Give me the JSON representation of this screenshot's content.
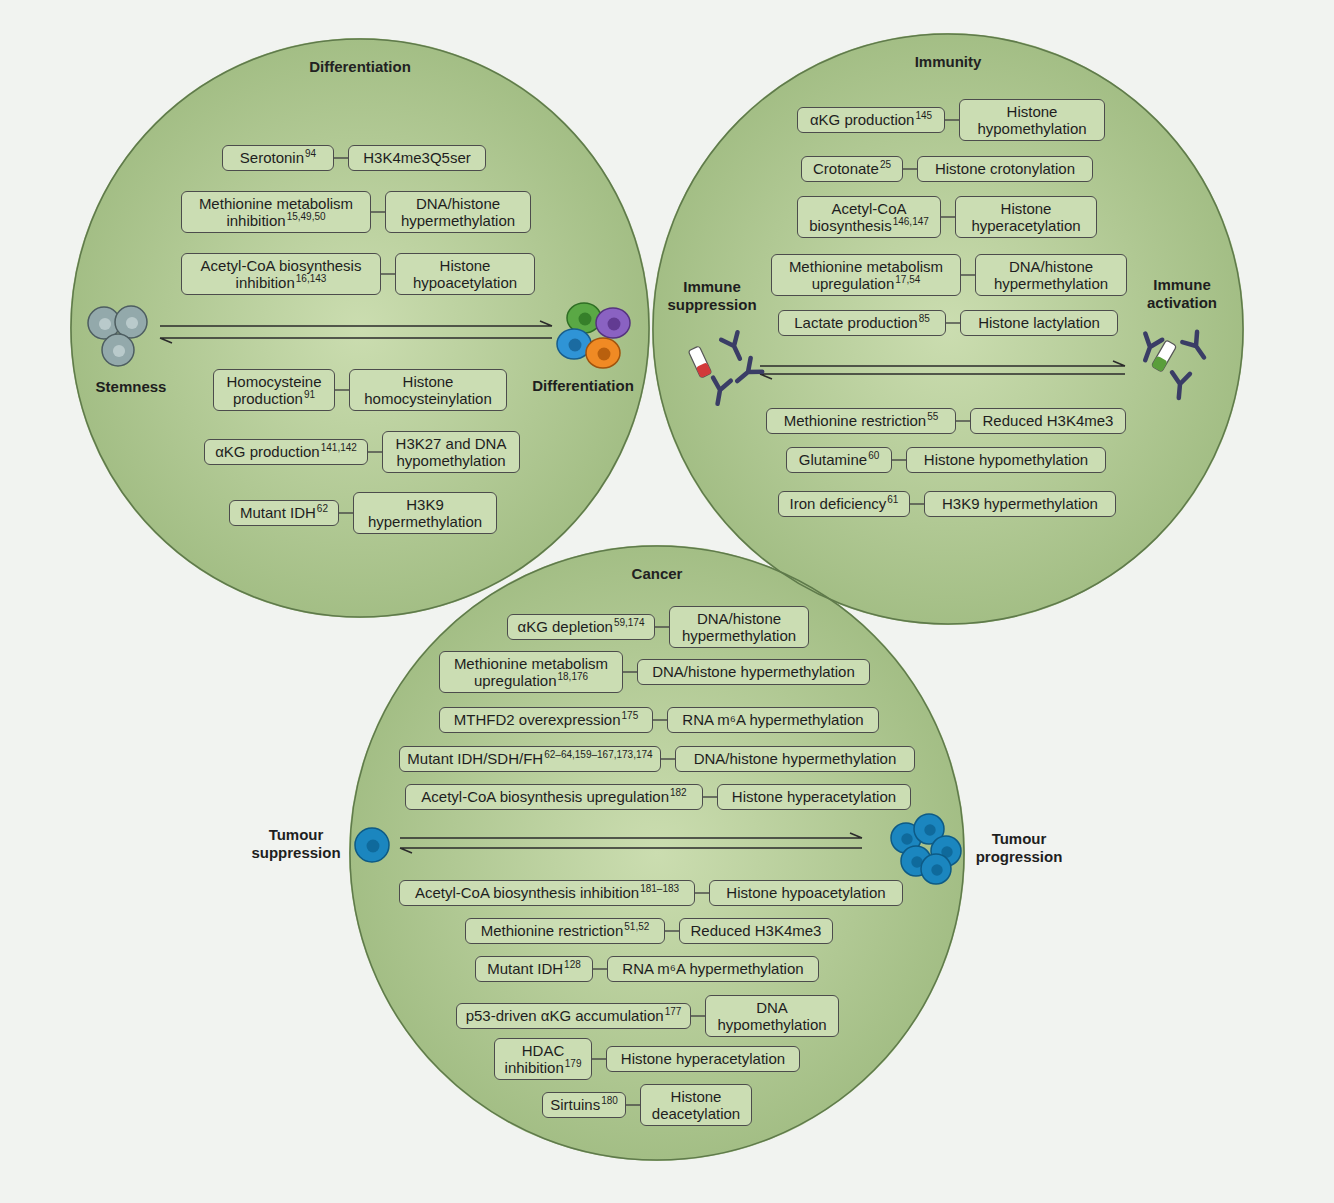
{
  "diagram": {
    "nodes": [
      {
        "text": [
          "Differentiation"
        ]
      },
      {
        "text": [
          "Serotonin",
          "94"
        ],
        "in": 0
      },
      {
        "text": [
          "H3K4me3Q5ser"
        ],
        "in": 0
      },
      {
        "text": [
          "Methionine metabolism inhibition",
          "15,49,50"
        ],
        "in": 0
      },
      {
        "text": [
          "DNA/histone hypermethylation"
        ],
        "in": 0
      },
      {
        "text": [
          "Acetyl-CoA biosynthesis inhibition",
          "16,143"
        ],
        "in": 0
      },
      {
        "text": [
          "Histone hypoacetylation"
        ],
        "in": 0
      },
      {
        "text": [
          "Homocysteine production",
          "91"
        ],
        "in": 0
      },
      {
        "text": [
          "Histone homocysteinylation"
        ],
        "in": 0
      },
      {
        "text": [
          "αKG production",
          "141,142"
        ],
        "in": 0
      },
      {
        "text": [
          "H3K27 and DNA hypomethylation"
        ],
        "in": 0
      },
      {
        "text": [
          "Mutant IDH",
          "62"
        ],
        "in": 0
      },
      {
        "text": [
          "H3K9 hypermethylation"
        ],
        "in": 0
      },
      {
        "text": [
          "Immunity"
        ]
      },
      {
        "text": [
          "αKG production",
          "145"
        ],
        "in": 13
      },
      {
        "text": [
          "Histone hypomethylation"
        ],
        "in": 13
      },
      {
        "text": [
          "Crotonate",
          "25"
        ],
        "in": 13
      },
      {
        "text": [
          "Histone crotonylation"
        ],
        "in": 13
      },
      {
        "text": [
          "Acetyl-CoA biosynthesis",
          "146,147"
        ],
        "in": 13
      },
      {
        "text": [
          "Histone hyperacetylation"
        ],
        "in": 13
      },
      {
        "text": [
          "Methionine metabolism upregulation",
          "17,54"
        ],
        "in": 13
      },
      {
        "text": [
          "DNA/histone hypermethylation"
        ],
        "in": 13
      },
      {
        "text": [
          "Lactate production",
          "85"
        ],
        "in": 13
      },
      {
        "text": [
          "Histone lactylation"
        ],
        "in": 13
      },
      {
        "text": [
          "Methionine restriction",
          "55"
        ],
        "in": 13
      },
      {
        "text": [
          "Reduced H3K4me3"
        ],
        "in": 13
      },
      {
        "text": [
          "Glutamine",
          "60"
        ],
        "in": 13
      },
      {
        "text": [
          "Histone hypomethylation"
        ],
        "in": 13
      },
      {
        "text": [
          "Iron deficiency",
          "61"
        ],
        "in": 13
      },
      {
        "text": [
          "H3K9 hypermethylation"
        ],
        "in": 13
      },
      {
        "text": [
          "Cancer"
        ]
      },
      {
        "text": [
          "αKG depletion",
          "59,174"
        ],
        "in": 30
      },
      {
        "text": [
          "DNA/histone hypermethylation"
        ],
        "in": 30
      },
      {
        "text": [
          "Methionine metabolism upregulation",
          "18,176"
        ],
        "in": 30
      },
      {
        "text": [
          "DNA/histone hypermethylation"
        ],
        "in": 30
      },
      {
        "text": [
          "MTHFD2 overexpression",
          "175"
        ],
        "in": 30
      },
      {
        "text": [
          "RNA m⁶A hypermethylation"
        ],
        "in": 30
      },
      {
        "text": [
          "Mutant IDH/SDH/FH",
          "62–64,159–167,173,174"
        ],
        "in": 30
      },
      {
        "text": [
          "DNA/histone hypermethylation"
        ],
        "in": 30
      },
      {
        "text": [
          "Acetyl-CoA biosynthesis upregulation",
          "182"
        ],
        "in": 30
      },
      {
        "text": [
          "Histone hyperacetylation"
        ],
        "in": 30
      },
      {
        "text": [
          "Acetyl-CoA biosynthesis inhibition",
          "181–183"
        ],
        "in": 30
      },
      {
        "text": [
          "Histone hypoacetylation"
        ],
        "in": 30
      },
      {
        "text": [
          "Methionine restriction",
          "51,52"
        ],
        "in": 30
      },
      {
        "text": [
          "Reduced H3K4me3"
        ],
        "in": 30
      },
      {
        "text": [
          "Mutant IDH",
          "128"
        ],
        "in": 30
      },
      {
        "text": [
          "RNA m⁶A hypermethylation"
        ],
        "in": 30
      },
      {
        "text": [
          "p53-driven αKG accumulation",
          "177"
        ],
        "in": 30
      },
      {
        "text": [
          "DNA hypomethylation"
        ],
        "in": 30
      },
      {
        "text": [
          "HDAC inhibition",
          "179"
        ],
        "in": 30
      },
      {
        "text": [
          "Histone hyperacetylation"
        ],
        "in": 30
      },
      {
        "text": [
          "Sirtuins",
          "180"
        ],
        "in": 30
      },
      {
        "text": [
          "Histone deacetylation"
        ],
        "in": 30
      }
    ],
    "edges": [
      {
        "from": 1,
        "to": 2,
        "arrow": "none"
      },
      {
        "from": 3,
        "to": 4,
        "arrow": "none"
      },
      {
        "from": 5,
        "to": 6,
        "arrow": "none"
      },
      {
        "from": 7,
        "to": 8,
        "arrow": "none"
      },
      {
        "from": 9,
        "to": 10,
        "arrow": "none"
      },
      {
        "from": 11,
        "to": 12,
        "arrow": "none"
      },
      {
        "from": 14,
        "to": 15,
        "arrow": "none"
      },
      {
        "from": 16,
        "to": 17,
        "arrow": "none"
      },
      {
        "from": 18,
        "to": 19,
        "arrow": "none"
      },
      {
        "from": 20,
        "to": 21,
        "arrow": "none"
      },
      {
        "from": 22,
        "to": 23,
        "arrow": "none"
      },
      {
        "from": 24,
        "to": 25,
        "arrow": "none"
      },
      {
        "from": 26,
        "to": 27,
        "arrow": "none"
      },
      {
        "from": 28,
        "to": 29,
        "arrow": "none"
      },
      {
        "from": 31,
        "to": 32,
        "arrow": "none"
      },
      {
        "from": 33,
        "to": 34,
        "arrow": "none"
      },
      {
        "from": 35,
        "to": 36,
        "arrow": "none"
      },
      {
        "from": 37,
        "to": 38,
        "arrow": "none"
      },
      {
        "from": 39,
        "to": 40,
        "arrow": "none"
      },
      {
        "from": 41,
        "to": 42,
        "arrow": "none"
      },
      {
        "from": 43,
        "to": 44,
        "arrow": "none"
      },
      {
        "from": 45,
        "to": 46,
        "arrow": "none"
      },
      {
        "from": 47,
        "to": 48,
        "arrow": "none"
      },
      {
        "from": 49,
        "to": 50,
        "arrow": "none"
      },
      {
        "from": 51,
        "to": 52,
        "arrow": "none"
      }
    ],
    "labels": [
      "Stemness",
      "Differentiation",
      "Immune suppression",
      "Immune activation",
      "Tumour suppression",
      "Tumour progression"
    ]
  }
}
